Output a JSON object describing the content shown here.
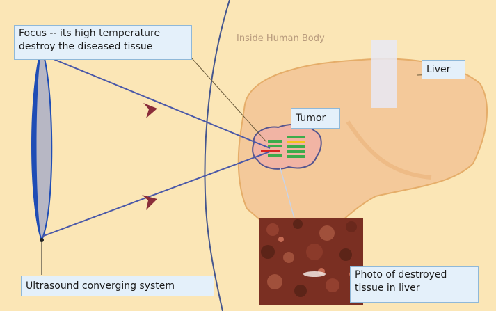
{
  "labels": {
    "focus": {
      "line1": "Focus -- its high temperature",
      "line2": "destroy the diseased tissue"
    },
    "inside_body": "Inside Human Body",
    "liver": "Liver",
    "tumor": "Tumor",
    "ultrasound": "Ultrasound converging system",
    "photo": {
      "line1": "Photo of destroyed",
      "line2": "tissue in liver"
    }
  },
  "colors": {
    "background": "#fbe6b6",
    "lens_blue": "#1f4db5",
    "lens_gray": "#b7b7c4",
    "beam_lines": "#4a58a8",
    "arrow_heads": "#8a2d3a",
    "liver_fill": "#f4c99a",
    "liver_outline": "#e5ad69",
    "tumor_fill": "#f1b4a4",
    "tumor_outline": "#55558f",
    "focus_green": "#3dab4b",
    "focus_red": "#d8231f",
    "focus_yellow": "#f2c41c",
    "callout_fill": "#e4f0fa",
    "photo_tissue": "#7a2f22"
  },
  "icons": [
    "convergence-arrow-icon",
    "ultrasound-lens-icon"
  ]
}
